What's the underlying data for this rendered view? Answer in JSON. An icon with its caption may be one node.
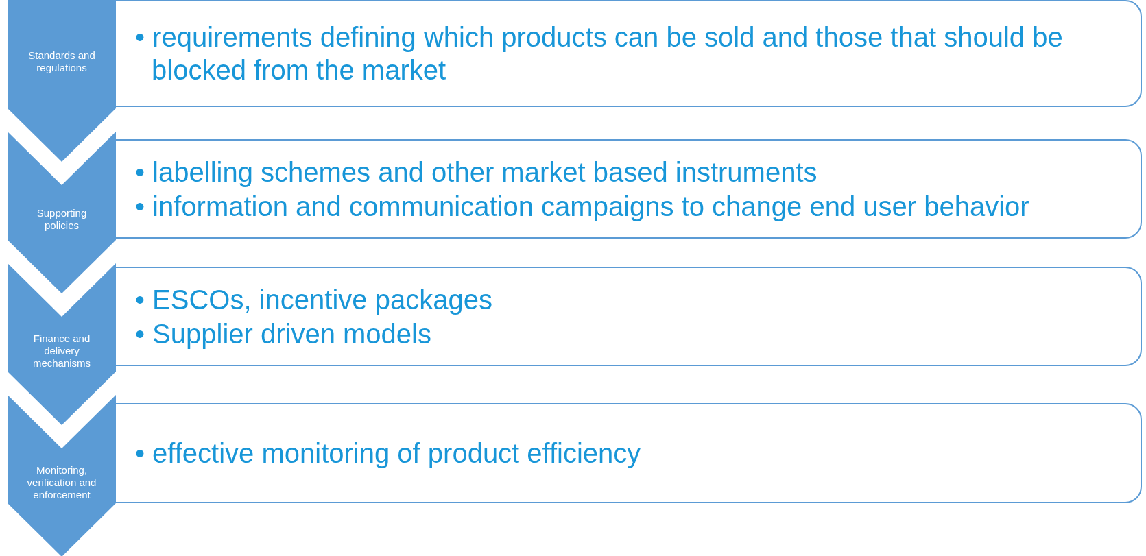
{
  "diagram": {
    "nodes": [
      {
        "text": [
          "Standards and regulations"
        ]
      },
      {
        "text": [
          "• requirements defining which products can be sold and those that should be blocked from the market"
        ]
      },
      {
        "text": [
          "Supporting policies"
        ]
      },
      {
        "text": [
          "• labelling schemes and other market based instruments",
          "• information and communication campaigns to change end user behavior"
        ]
      },
      {
        "text": [
          "Finance and delivery mechanisms"
        ]
      },
      {
        "text": [
          "• ESCOs, incentive packages",
          "• Supplier driven models"
        ]
      },
      {
        "text": [
          "Monitoring, verification and enforcement"
        ]
      },
      {
        "text": [
          "• effective monitoring of product efficiency"
        ]
      }
    ]
  }
}
